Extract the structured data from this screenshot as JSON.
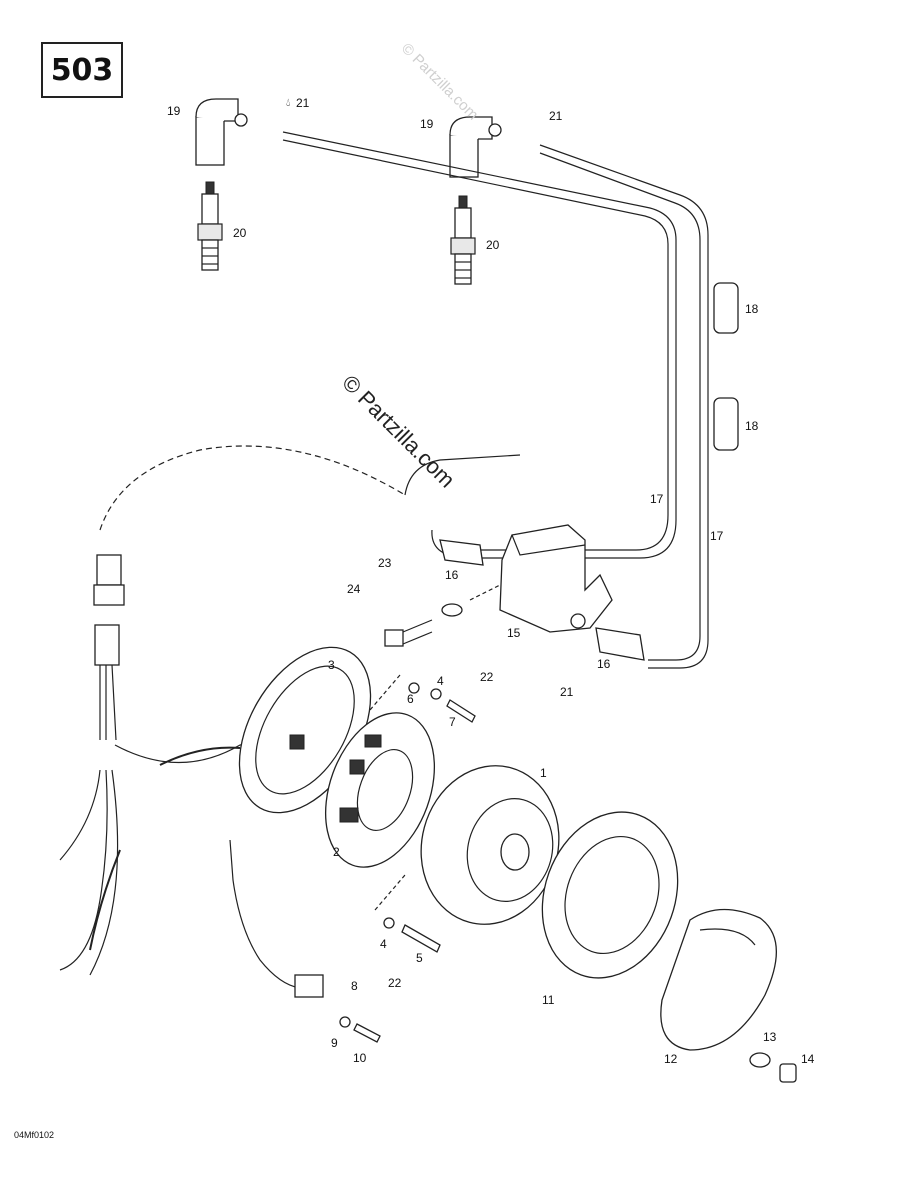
{
  "diagram": {
    "code": "503",
    "watermark": "© Partzilla.com",
    "faint_watermark": "© Partzilla.com",
    "footer_code": "04Mf0102",
    "callouts": {
      "c19a": "19",
      "c21a": "21",
      "c19b": "19",
      "c21b": "21",
      "c20a": "20",
      "c20b": "20",
      "c18a": "18",
      "c18b": "18",
      "c17a": "17",
      "c17b": "17",
      "c23": "23",
      "c16a": "16",
      "c24": "24",
      "c15": "15",
      "c16b": "16",
      "c21c": "21",
      "c3": "3",
      "c6": "6",
      "c4a": "4",
      "c22a": "22",
      "c7": "7",
      "c1": "1",
      "c2": "2",
      "c4b": "4",
      "c5": "5",
      "c22b": "22",
      "c11": "11",
      "c8": "8",
      "c9": "9",
      "c10": "10",
      "c12": "12",
      "c13": "13",
      "c14": "14"
    }
  }
}
